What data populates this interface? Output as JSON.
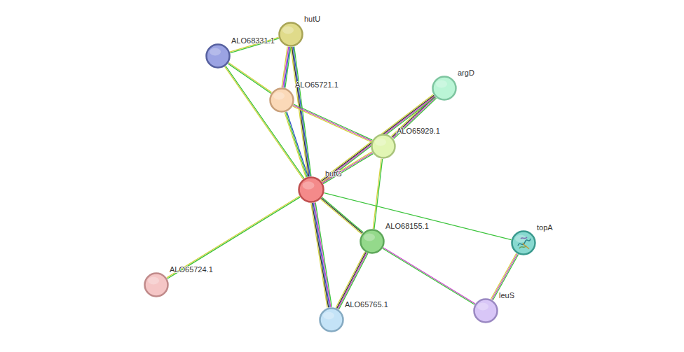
{
  "diagram": {
    "nodes": [
      {
        "text": [
          "hutU"
        ]
      },
      {
        "text": [
          "ALO68331.1"
        ]
      },
      {
        "text": [
          "argD"
        ]
      },
      {
        "text": [
          "ALO65721.1"
        ]
      },
      {
        "text": [
          "ALO65929.1"
        ]
      },
      {
        "text": [
          "hutG"
        ]
      },
      {
        "text": [
          "ALO68155.1"
        ]
      },
      {
        "text": [
          "topA"
        ]
      },
      {
        "text": [
          "ALO65724.1"
        ]
      },
      {
        "text": [
          "leuS"
        ]
      },
      {
        "text": [
          "ALO65765.1"
        ]
      }
    ],
    "edges": [
      {
        "from": 0,
        "to": 1,
        "arrow": "none"
      },
      {
        "from": 0,
        "to": 3,
        "arrow": "none"
      },
      {
        "from": 0,
        "to": 5,
        "arrow": "none"
      },
      {
        "from": 1,
        "to": 3,
        "arrow": "none"
      },
      {
        "from": 1,
        "to": 5,
        "arrow": "none"
      },
      {
        "from": 3,
        "to": 5,
        "arrow": "none"
      },
      {
        "from": 3,
        "to": 4,
        "arrow": "none"
      },
      {
        "from": 2,
        "to": 4,
        "arrow": "none"
      },
      {
        "from": 2,
        "to": 5,
        "arrow": "none"
      },
      {
        "from": 4,
        "to": 5,
        "arrow": "none"
      },
      {
        "from": 4,
        "to": 6,
        "arrow": "none"
      },
      {
        "from": 5,
        "to": 6,
        "arrow": "none"
      },
      {
        "from": 5,
        "to": 7,
        "arrow": "none"
      },
      {
        "from": 5,
        "to": 8,
        "arrow": "none"
      },
      {
        "from": 5,
        "to": 10,
        "arrow": "none"
      },
      {
        "from": 6,
        "to": 10,
        "arrow": "none"
      },
      {
        "from": 6,
        "to": 9,
        "arrow": "none"
      },
      {
        "from": 7,
        "to": 9,
        "arrow": "none"
      }
    ]
  }
}
